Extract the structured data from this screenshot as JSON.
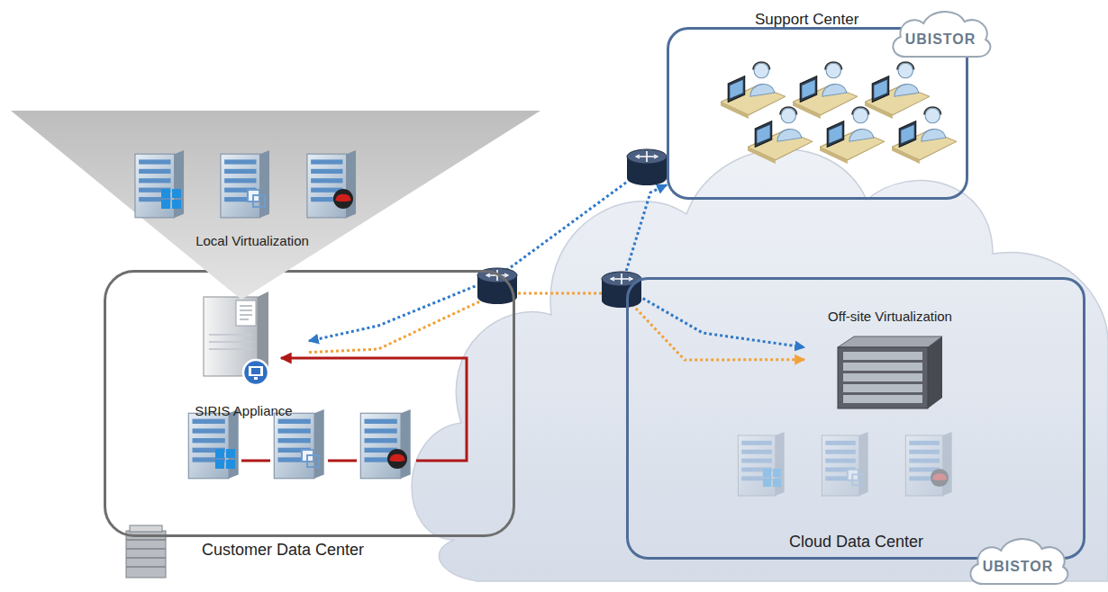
{
  "diagram": {
    "nodes": [
      {
        "text": [
          "Customer Data Center"
        ]
      },
      {
        "text": [
          "SIRIS Appliance"
        ],
        "in": 0
      },
      {
        "text": [
          "Local Virtualization"
        ]
      },
      {
        "text": [
          "Support Center"
        ]
      },
      {
        "text": [
          "UBISTOR"
        ],
        "in": 3
      },
      {
        "text": [
          "Cloud Data Center"
        ]
      },
      {
        "text": [
          "Off-site Virtualization"
        ],
        "in": 5
      },
      {
        "text": [
          "UBISTOR"
        ],
        "in": 5
      }
    ],
    "edges": [
      {
        "from": 1,
        "to": 6,
        "arrow": "to"
      },
      {
        "from": 1,
        "to": 3,
        "arrow": "both"
      },
      {
        "from": 3,
        "to": 6,
        "arrow": "both"
      }
    ]
  }
}
